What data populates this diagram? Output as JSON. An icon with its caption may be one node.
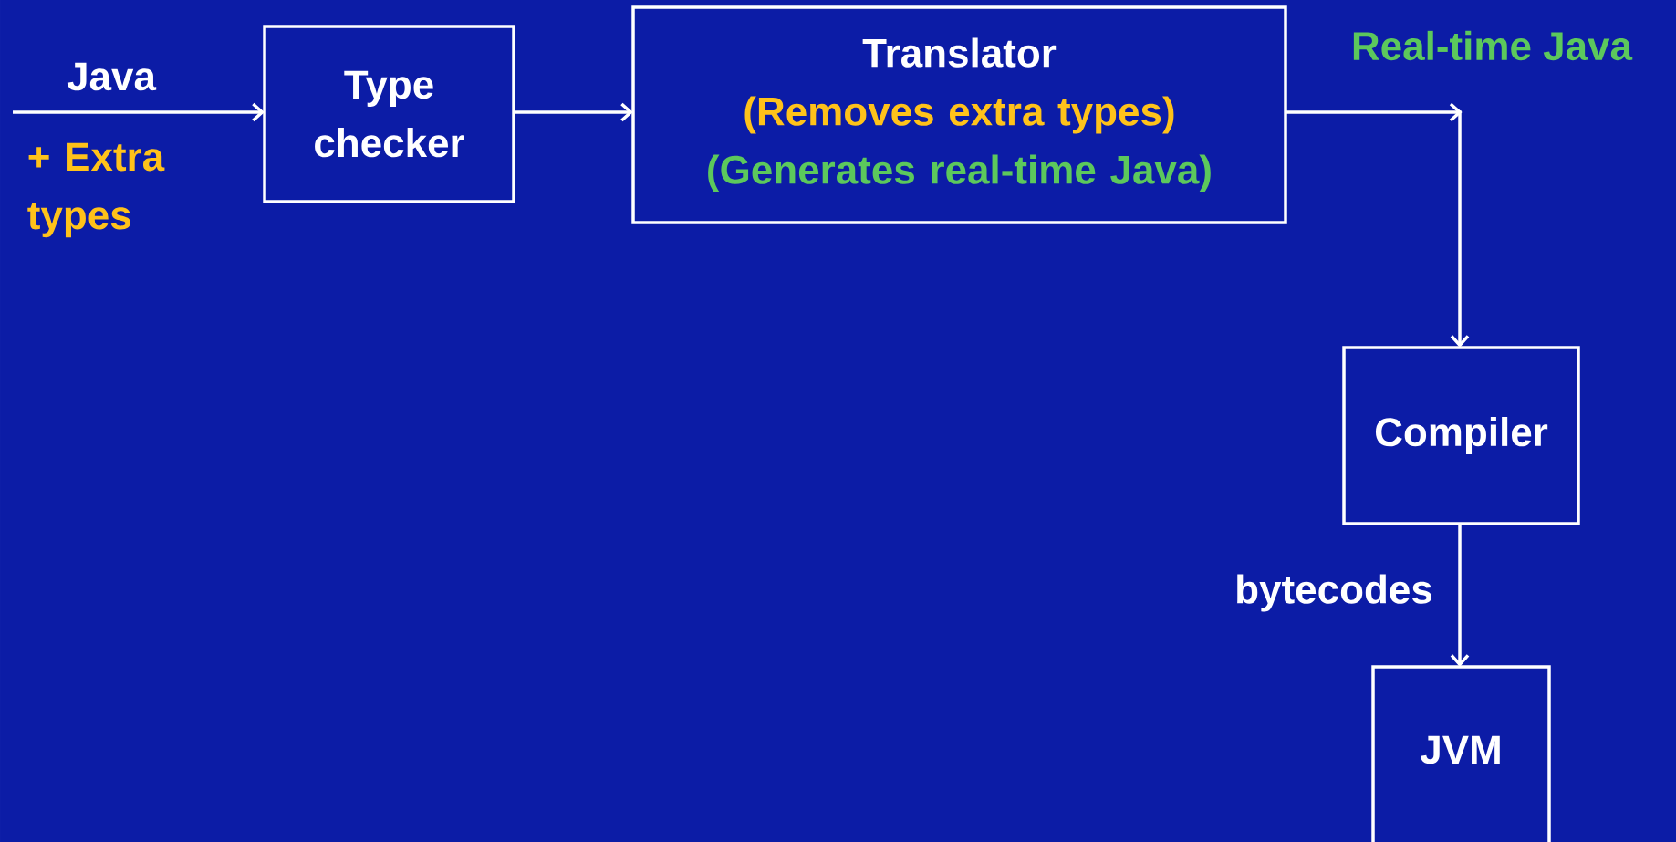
{
  "diagram": {
    "nodes": [
      {
        "text": [
          "Type checker"
        ]
      },
      {
        "text": [
          "Translator",
          "(Removes extra types)",
          "(Generates real-time Java)"
        ]
      },
      {
        "text": [
          "Compiler"
        ]
      },
      {
        "text": [
          "JVM"
        ]
      }
    ],
    "edges": [
      {
        "from": null,
        "to": 0,
        "arrow": "to",
        "label": "Java"
      },
      {
        "from": 0,
        "to": 1,
        "arrow": "to"
      },
      {
        "from": 1,
        "to": 2,
        "arrow": "to",
        "label": "Real-time Java"
      },
      {
        "from": 2,
        "to": 3,
        "arrow": "to",
        "label": "bytecodes"
      }
    ],
    "labels": [
      "+ Extra types"
    ]
  }
}
